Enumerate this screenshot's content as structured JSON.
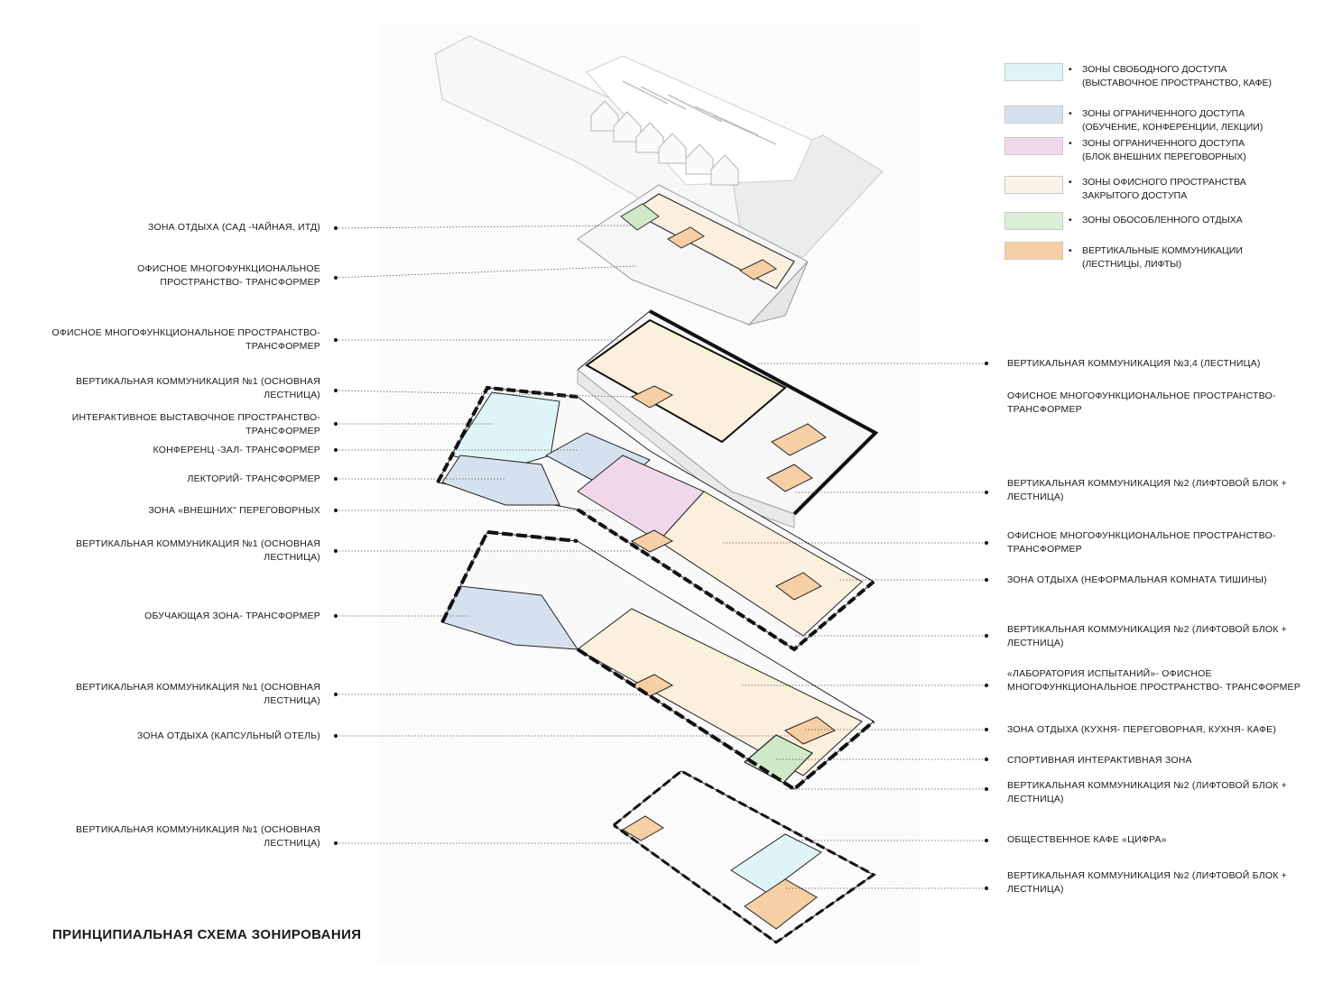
{
  "title": "ПРИНЦИПИАЛЬНАЯ СХЕМА ЗОНИРОВАНИЯ",
  "colors": {
    "free_access": "#dff4f6",
    "restricted_education": "#d6e1ef",
    "restricted_meetings": "#f0d8ea",
    "office_closed": "#fbf4e6",
    "isolated_rest": "#dcefd6",
    "vertical_comm": "#f7cfa4",
    "walls": "#151515",
    "roof": "#f2f2f2"
  },
  "legend": [
    {
      "color_key": "free_access",
      "text": "ЗОНЫ СВОБОДНОГО ДОСТУПА\n(ВЫСТАВОЧНОЕ ПРОСТРАНСТВО, КАФЕ)"
    },
    {
      "color_key": "restricted_education",
      "text": "ЗОНЫ ОГРАНИЧЕННОГО ДОСТУПА\n(ОБУЧЕНИЕ, КОНФЕРЕНЦИИ, ЛЕКЦИИ)"
    },
    {
      "color_key": "restricted_meetings",
      "text": "ЗОНЫ ОГРАНИЧЕННОГО ДОСТУПА\n(БЛОК ВНЕШНИХ ПЕРЕГОВОРНЫХ)"
    },
    {
      "color_key": "office_closed",
      "text": "ЗОНЫ  ОФИСНОГО ПРОСТРАНСТВА\nЗАКРЫТОГО ДОСТУПА"
    },
    {
      "color_key": "isolated_rest",
      "text": "ЗОНЫ ОБОСОБЛЕННОГО ОТДЫХА"
    },
    {
      "color_key": "vertical_comm",
      "text": "ВЕРТИКАЛЬНЫЕ КОММУНИКАЦИИ\n(ЛЕСТНИЦЫ, ЛИФТЫ)"
    }
  ],
  "left_labels": [
    "ЗОНА ОТДЫХА (САД -ЧАЙНАЯ,  ИТД)",
    "ОФИСНОЕ МНОГОФУНКЦИОНАЛЬНОЕ\nПРОСТРАНСТВО- ТРАНСФОРМЕР",
    "ОФИСНОЕ МНОГОФУНКЦИОНАЛЬНОЕ ПРОСТРАНСТВО-\nТРАНСФОРМЕР",
    "ВЕРТИКАЛЬНАЯ КОММУНИКАЦИЯ №1 (ОСНОВНАЯ\nЛЕСТНИЦА)",
    "ИНТЕРАКТИВНОЕ ВЫСТАВОЧНОЕ ПРОСТРАНСТВО-\nТРАНСФОРМЕР",
    "КОНФЕРЕНЦ -ЗАЛ- ТРАНСФОРМЕР",
    "ЛЕКТОРИЙ- ТРАНСФОРМЕР",
    "ЗОНА «ВНЕШНИХ\" ПЕРЕГОВОРНЫХ",
    "ВЕРТИКАЛЬНАЯ КОММУНИКАЦИЯ №1 (ОСНОВНАЯ\nЛЕСТНИЦА)",
    "ОБУЧАЮЩАЯ ЗОНА- ТРАНСФОРМЕР",
    "ВЕРТИКАЛЬНАЯ КОММУНИКАЦИЯ №1 (ОСНОВНАЯ\nЛЕСТНИЦА)",
    "ЗОНА ОТДЫХА (КАПСУЛЬНЫЙ ОТЕЛЬ)",
    "ВЕРТИКАЛЬНАЯ КОММУНИКАЦИЯ №1 (ОСНОВНАЯ\nЛЕСТНИЦА)"
  ],
  "right_labels": [
    "ВЕРТИКАЛЬНАЯ КОММУНИКАЦИЯ №3,4 (ЛЕСТНИЦА)",
    "ОФИСНОЕ МНОГОФУНКЦИОНАЛЬНОЕ ПРОСТРАНСТВО-\nТРАНСФОРМЕР",
    "ВЕРТИКАЛЬНАЯ КОММУНИКАЦИЯ №2 (ЛИФТОВОЙ БЛОК +\nЛЕСТНИЦА)",
    "ОФИСНОЕ МНОГОФУНКЦИОНАЛЬНОЕ ПРОСТРАНСТВО-\nТРАНСФОРМЕР",
    "ЗОНА ОТДЫХА (НЕФОРМАЛЬНАЯ КОМНАТА ТИШИНЫ)",
    "ВЕРТИКАЛЬНАЯ КОММУНИКАЦИЯ №2 (ЛИФТОВОЙ БЛОК +\nЛЕСТНИЦА)",
    "«ЛАБОРАТОРИЯ ИСПЫТАНИЙ»-  ОФИСНОЕ\nМНОГОФУНКЦИОНАЛЬНОЕ ПРОСТРАНСТВО- ТРАНСФОРМЕР",
    "ЗОНА ОТДЫХА (КУХНЯ- ПЕРЕГОВОРНАЯ, КУХНЯ- КАФЕ)",
    "СПОРТИВНАЯ ИНТЕРАКТИВНАЯ ЗОНА",
    "ВЕРТИКАЛЬНАЯ КОММУНИКАЦИЯ №2 (ЛИФТОВОЙ БЛОК +\nЛЕСТНИЦА)",
    "ОБЩЕСТВЕННОЕ КАФЕ «ЦИФРА»",
    "ВЕРТИКАЛЬНАЯ КОММУНИКАЦИЯ №2 (ЛИФТОВОЙ БЛОК +\nЛЕСТНИЦА)"
  ]
}
